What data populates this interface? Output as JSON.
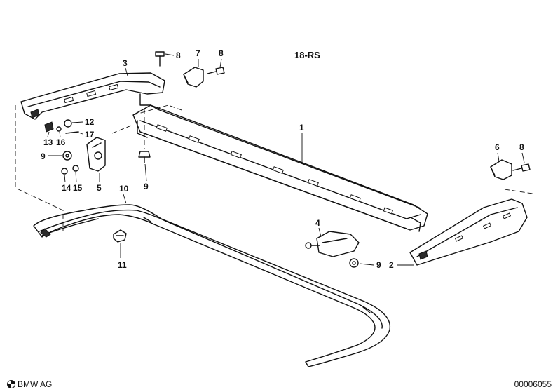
{
  "diagram": {
    "group_code": "18-RS",
    "callouts": [
      "1",
      "2",
      "3",
      "4",
      "5",
      "6",
      "7",
      "8",
      "8",
      "8",
      "9",
      "9",
      "9",
      "10",
      "11",
      "12",
      "13",
      "14",
      "15",
      "16",
      "17"
    ]
  },
  "footer": {
    "copyright": "BMW AG",
    "image_code": "00006055"
  }
}
